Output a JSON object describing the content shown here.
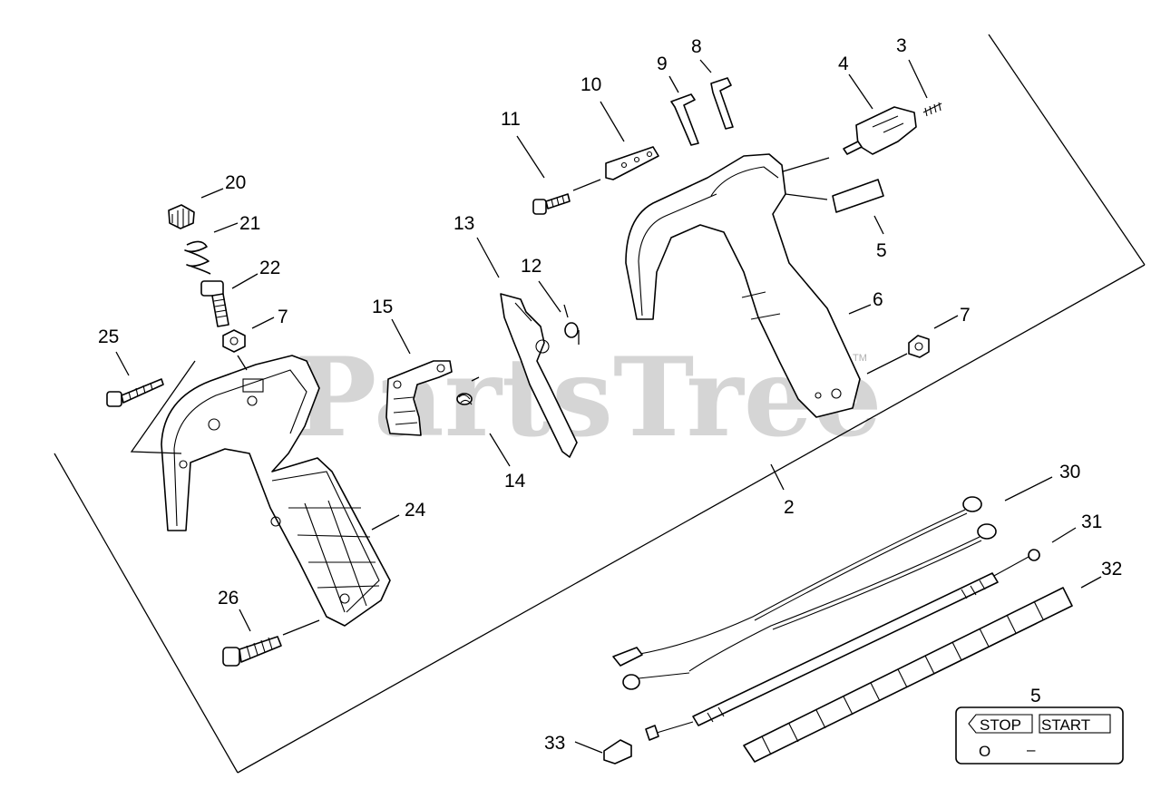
{
  "watermark": {
    "text": "PartsTree",
    "trademark": "TM"
  },
  "callouts": {
    "c2": "2",
    "c3": "3",
    "c4": "4",
    "c5a": "5",
    "c5b": "5",
    "c6": "6",
    "c7a": "7",
    "c7b": "7",
    "c8": "8",
    "c9": "9",
    "c10": "10",
    "c11": "11",
    "c12": "12",
    "c13": "13",
    "c14": "14",
    "c15": "15",
    "c20": "20",
    "c21": "21",
    "c22": "22",
    "c24": "24",
    "c25": "25",
    "c26": "26",
    "c30": "30",
    "c31": "31",
    "c32": "32",
    "c33": "33"
  },
  "decal": {
    "stop": "STOP",
    "start": "START",
    "off_symbol": "O",
    "on_symbol": "–"
  }
}
